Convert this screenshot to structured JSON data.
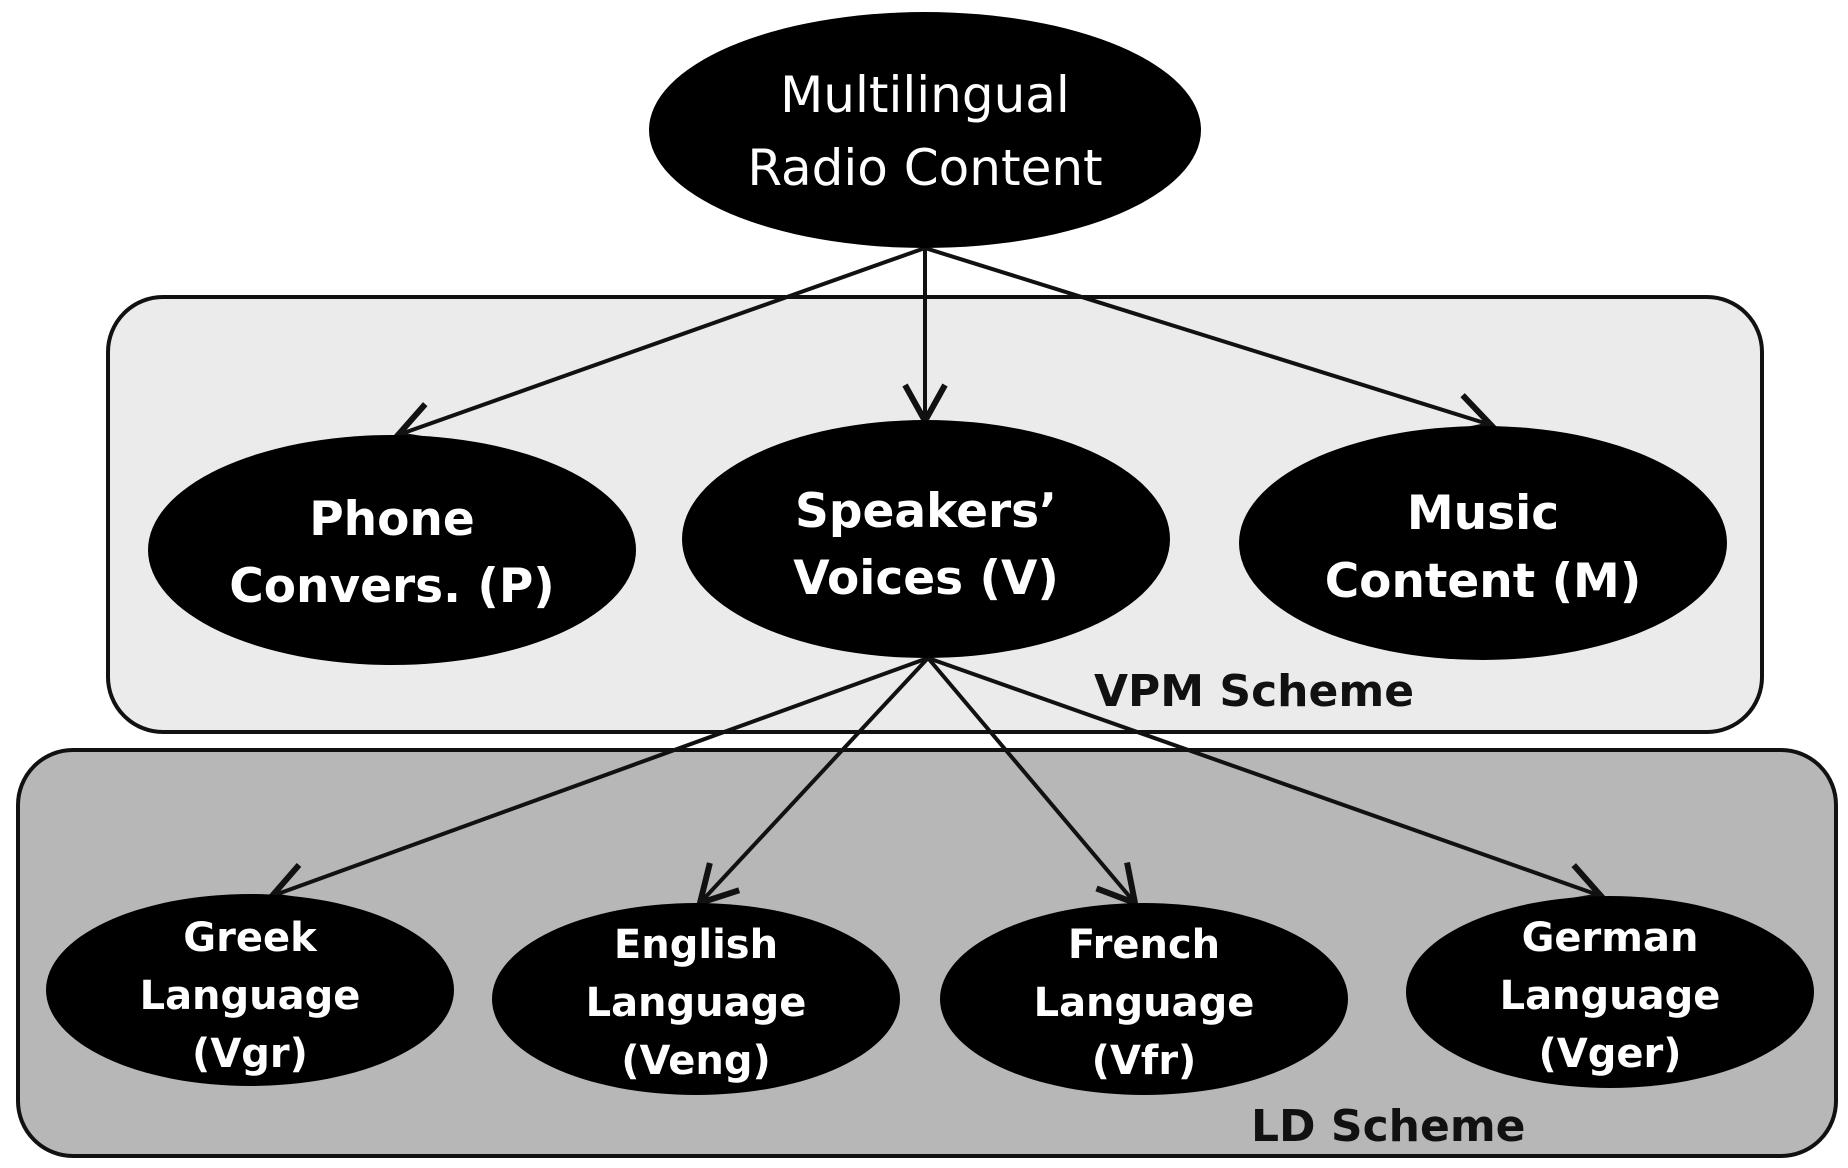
{
  "diagram": {
    "root": {
      "line1": "Multilingual",
      "line2": "Radio Content"
    },
    "vpm": {
      "label": "VPM Scheme",
      "fill": "#ebebeb",
      "nodes": {
        "phone": {
          "line1": "Phone",
          "line2": "Convers. (P)"
        },
        "speakers": {
          "line1": "Speakers’",
          "line2": "Voices (V)"
        },
        "music": {
          "line1": "Music",
          "line2": "Content (M)"
        }
      }
    },
    "ld": {
      "label": "LD Scheme",
      "fill": "#b7b7b7",
      "nodes": {
        "greek": {
          "line1": "Greek",
          "line2": "Language",
          "line3": "(Vgr)"
        },
        "english": {
          "line1": "English",
          "line2": "Language",
          "line3": "(Veng)"
        },
        "french": {
          "line1": "French",
          "line2": "Language",
          "line3": "(Vfr)"
        },
        "german": {
          "line1": "German",
          "line2": "Language",
          "line3": "(Vger)"
        }
      }
    },
    "colors": {
      "node_fill": "#000000",
      "node_text": "#ffffff",
      "edge": "#111111"
    },
    "edges": [
      {
        "from": "root",
        "to": "phone"
      },
      {
        "from": "root",
        "to": "speakers"
      },
      {
        "from": "root",
        "to": "music"
      },
      {
        "from": "speakers",
        "to": "greek"
      },
      {
        "from": "speakers",
        "to": "english"
      },
      {
        "from": "speakers",
        "to": "french"
      },
      {
        "from": "speakers",
        "to": "german"
      }
    ]
  }
}
